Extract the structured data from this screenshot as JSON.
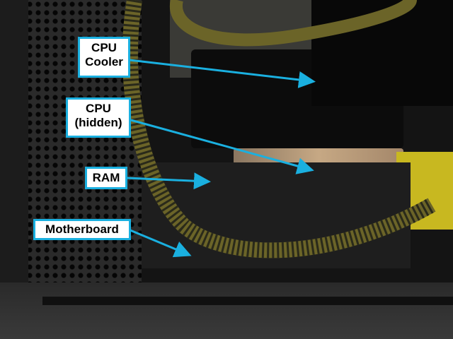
{
  "labels": {
    "cpu_cooler": "CPU\nCooler",
    "cpu_cooler_line1": "CPU",
    "cpu_cooler_line2": "Cooler",
    "cpu_hidden_line1": "CPU",
    "cpu_hidden_line2": "(hidden)",
    "ram": "RAM",
    "motherboard": "Motherboard"
  },
  "colors": {
    "callout_border": "#1ab0e0",
    "arrow": "#1ab0e0"
  }
}
